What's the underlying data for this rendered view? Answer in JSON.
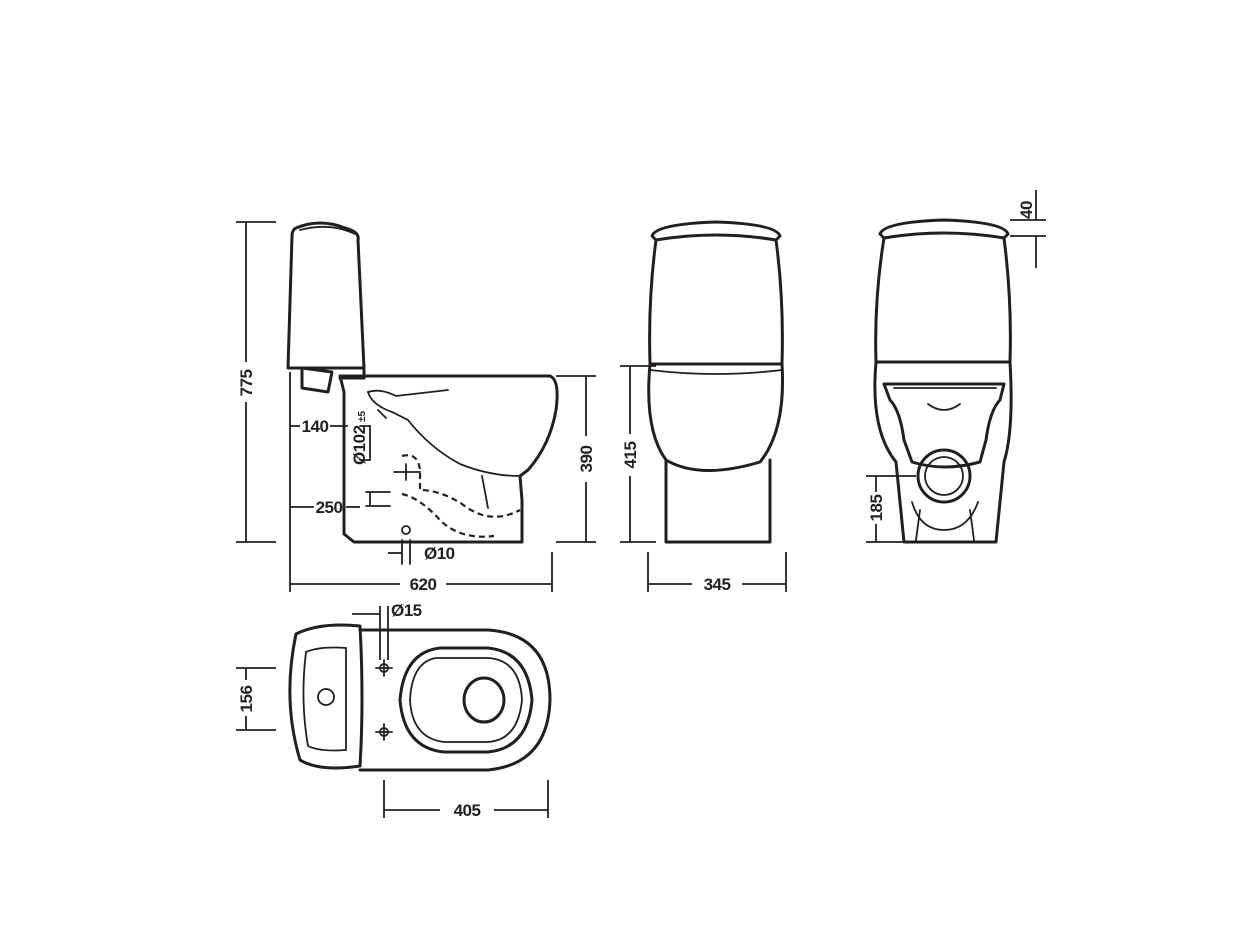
{
  "side_view": {
    "height_total": "775",
    "height_outlet": "140",
    "height_floor_outlet": "250",
    "bowl_height": "390",
    "length_total": "620",
    "outlet_diameter": "Ø102",
    "outlet_tolerance": "±5",
    "bolt_diameter": "Ø10"
  },
  "front_view": {
    "seat_height": "415",
    "width": "345"
  },
  "rear_view": {
    "lid_height": "40",
    "outlet_height": "185"
  },
  "top_view": {
    "hole_diameter": "Ø15",
    "hole_spacing": "156",
    "bolt_to_front": "405"
  }
}
